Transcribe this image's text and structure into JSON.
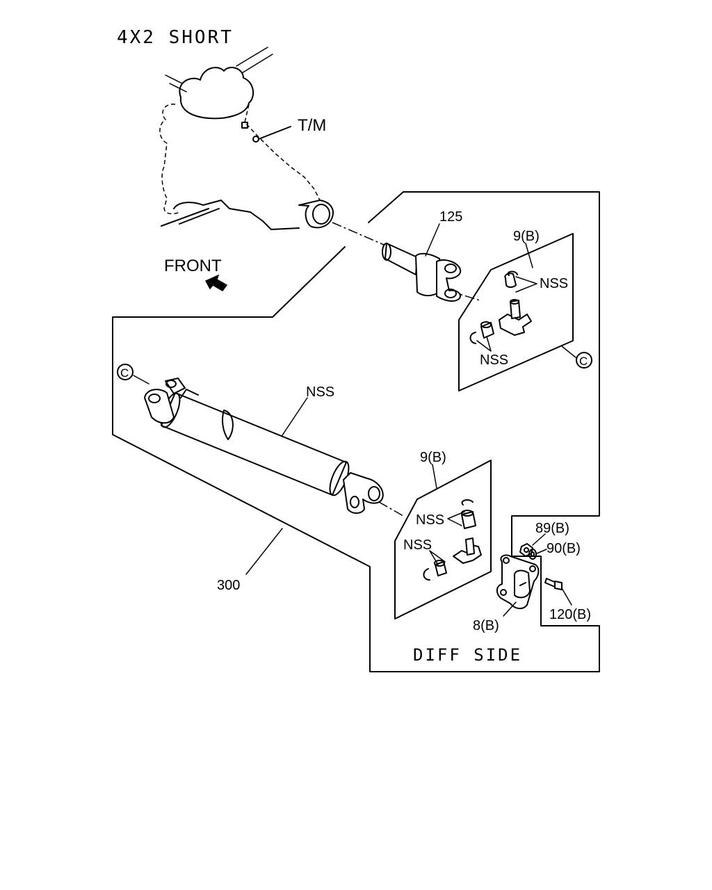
{
  "title": "4X2 SHORT",
  "transmission_label": "T/M",
  "front_label": "FRONT",
  "diff_side_label": "DIFF SIDE",
  "circle_c_symbol": "C",
  "parts": {
    "yoke_front": "125",
    "propeller_shaft": "300",
    "universal_joint_upper": "9(B)",
    "universal_joint_lower": "9(B)",
    "flange_yoke": "8(B)",
    "nut": "89(B)",
    "washer": "90(B)",
    "bolt": "120(B)"
  },
  "nss": {
    "upper_top": "NSS",
    "upper_bottom": "NSS",
    "shaft": "NSS",
    "lower_top": "NSS",
    "lower_bottom": "NSS"
  }
}
